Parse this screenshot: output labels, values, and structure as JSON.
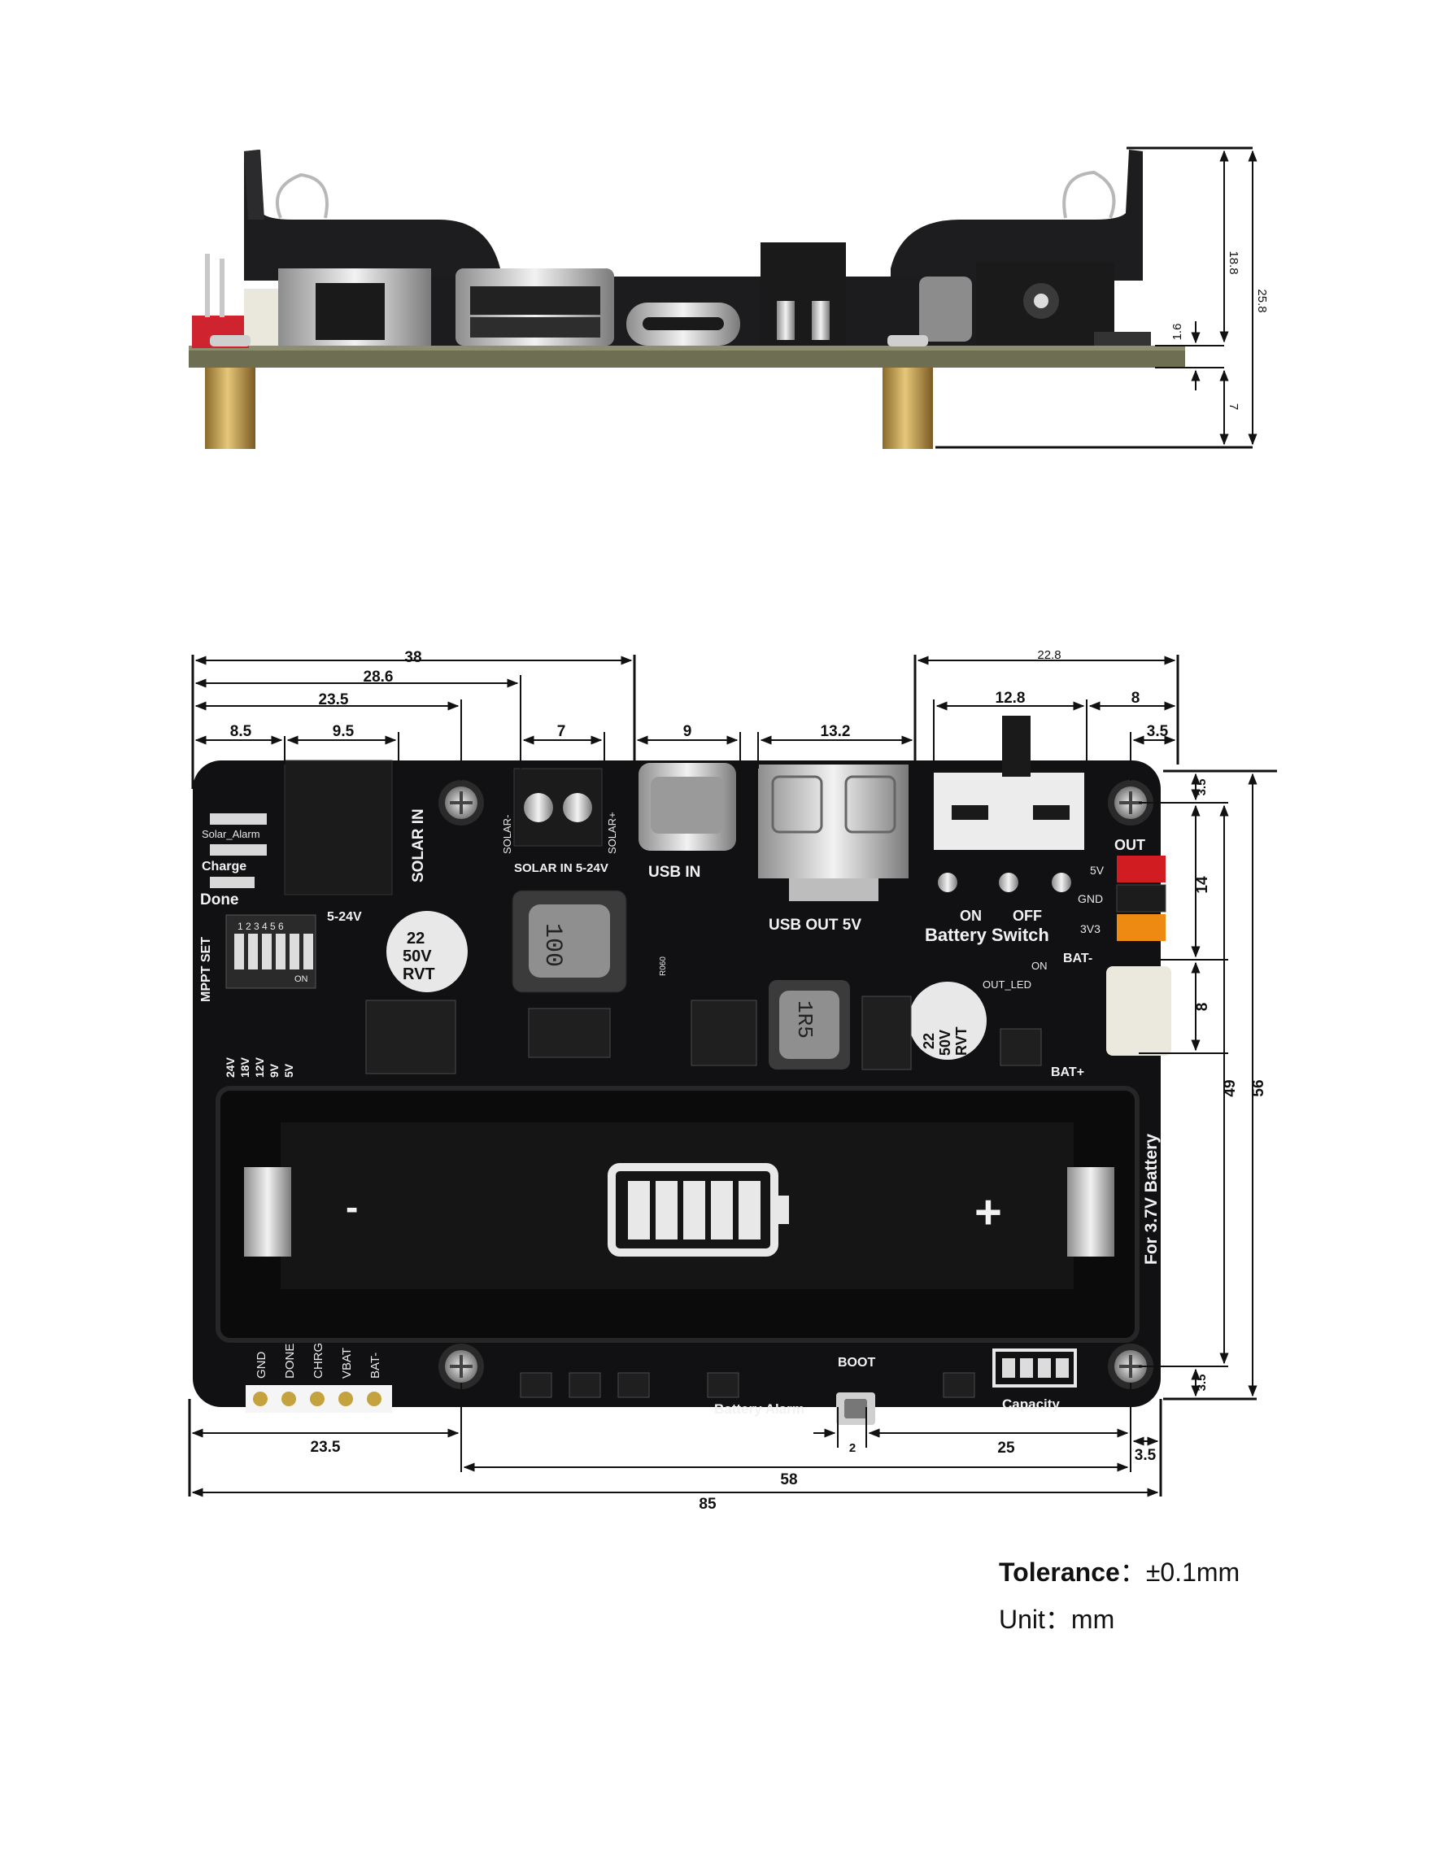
{
  "side_view": {
    "dims": {
      "height_top": "18.8",
      "height_total": "25.8",
      "pcb_thickness": "1.6",
      "standoff": "7"
    }
  },
  "top_view": {
    "dims": {
      "d38": "38",
      "d28_6": "28.6",
      "d23_5_top": "23.5",
      "d8_5": "8.5",
      "d9_5": "9.5",
      "d7": "7",
      "d9": "9",
      "d13_2": "13.2",
      "d22_8": "22.8",
      "d12_8": "12.8",
      "d8_top": "8",
      "d3_5_top": "3.5",
      "r3_5_top": "3.5",
      "r14": "14",
      "r8": "8",
      "r49": "49",
      "r56": "56",
      "r3_5_bot": "3.5",
      "b23_5": "23.5",
      "b2": "2",
      "b25": "25",
      "b58": "58",
      "b3_5": "3.5",
      "b85": "85"
    },
    "labels": {
      "solar_in": "SOLAR IN",
      "solar_minus": "SOLAR-",
      "solar_plus": "SOLAR+",
      "solar_in_range": "SOLAR IN  5-24V",
      "range_5_24": "5-24V",
      "usb_in": "USB IN",
      "usb_out": "USB OUT 5V",
      "on": "ON",
      "off": "OFF",
      "battery_switch": "Battery Switch",
      "out": "OUT",
      "v5": "5V",
      "gnd": "GND",
      "v3v3": "3V3",
      "bat_minus": "BAT-",
      "bat_plus": "BAT+",
      "on_small": "ON",
      "out_led": "OUT_LED",
      "mppt_set": "MPPT SET",
      "solar_alarm": "Solar_Alarm",
      "charge": "Charge",
      "done": "Done",
      "v24": "24V",
      "v18": "18V",
      "v12": "12V",
      "v9": "9V",
      "v5b": "5V",
      "cap_22": "22",
      "cap_50v": "50V",
      "cap_rvt": "RVT",
      "ind_100": "100",
      "ind_1r5": "1R5",
      "r060": "R060",
      "minus": "-",
      "plus": "+",
      "for_battery": "For 3.7V Battery",
      "pin_gnd": "GND",
      "pin_done": "DONE",
      "pin_chrg": "CHRG",
      "pin_vbat": "VBAT",
      "pin_batm": "BAT-",
      "boot": "BOOT",
      "battery_alarm": "Battery Alarm",
      "capacity": "Capacity",
      "dip_nums": "1 2 3 4 5 6",
      "dip_on": "ON"
    }
  },
  "notes": {
    "tolerance_label": "Tolerance",
    "tolerance_value": "±0.1mm",
    "unit_label": "Unit",
    "unit_value": "mm"
  }
}
